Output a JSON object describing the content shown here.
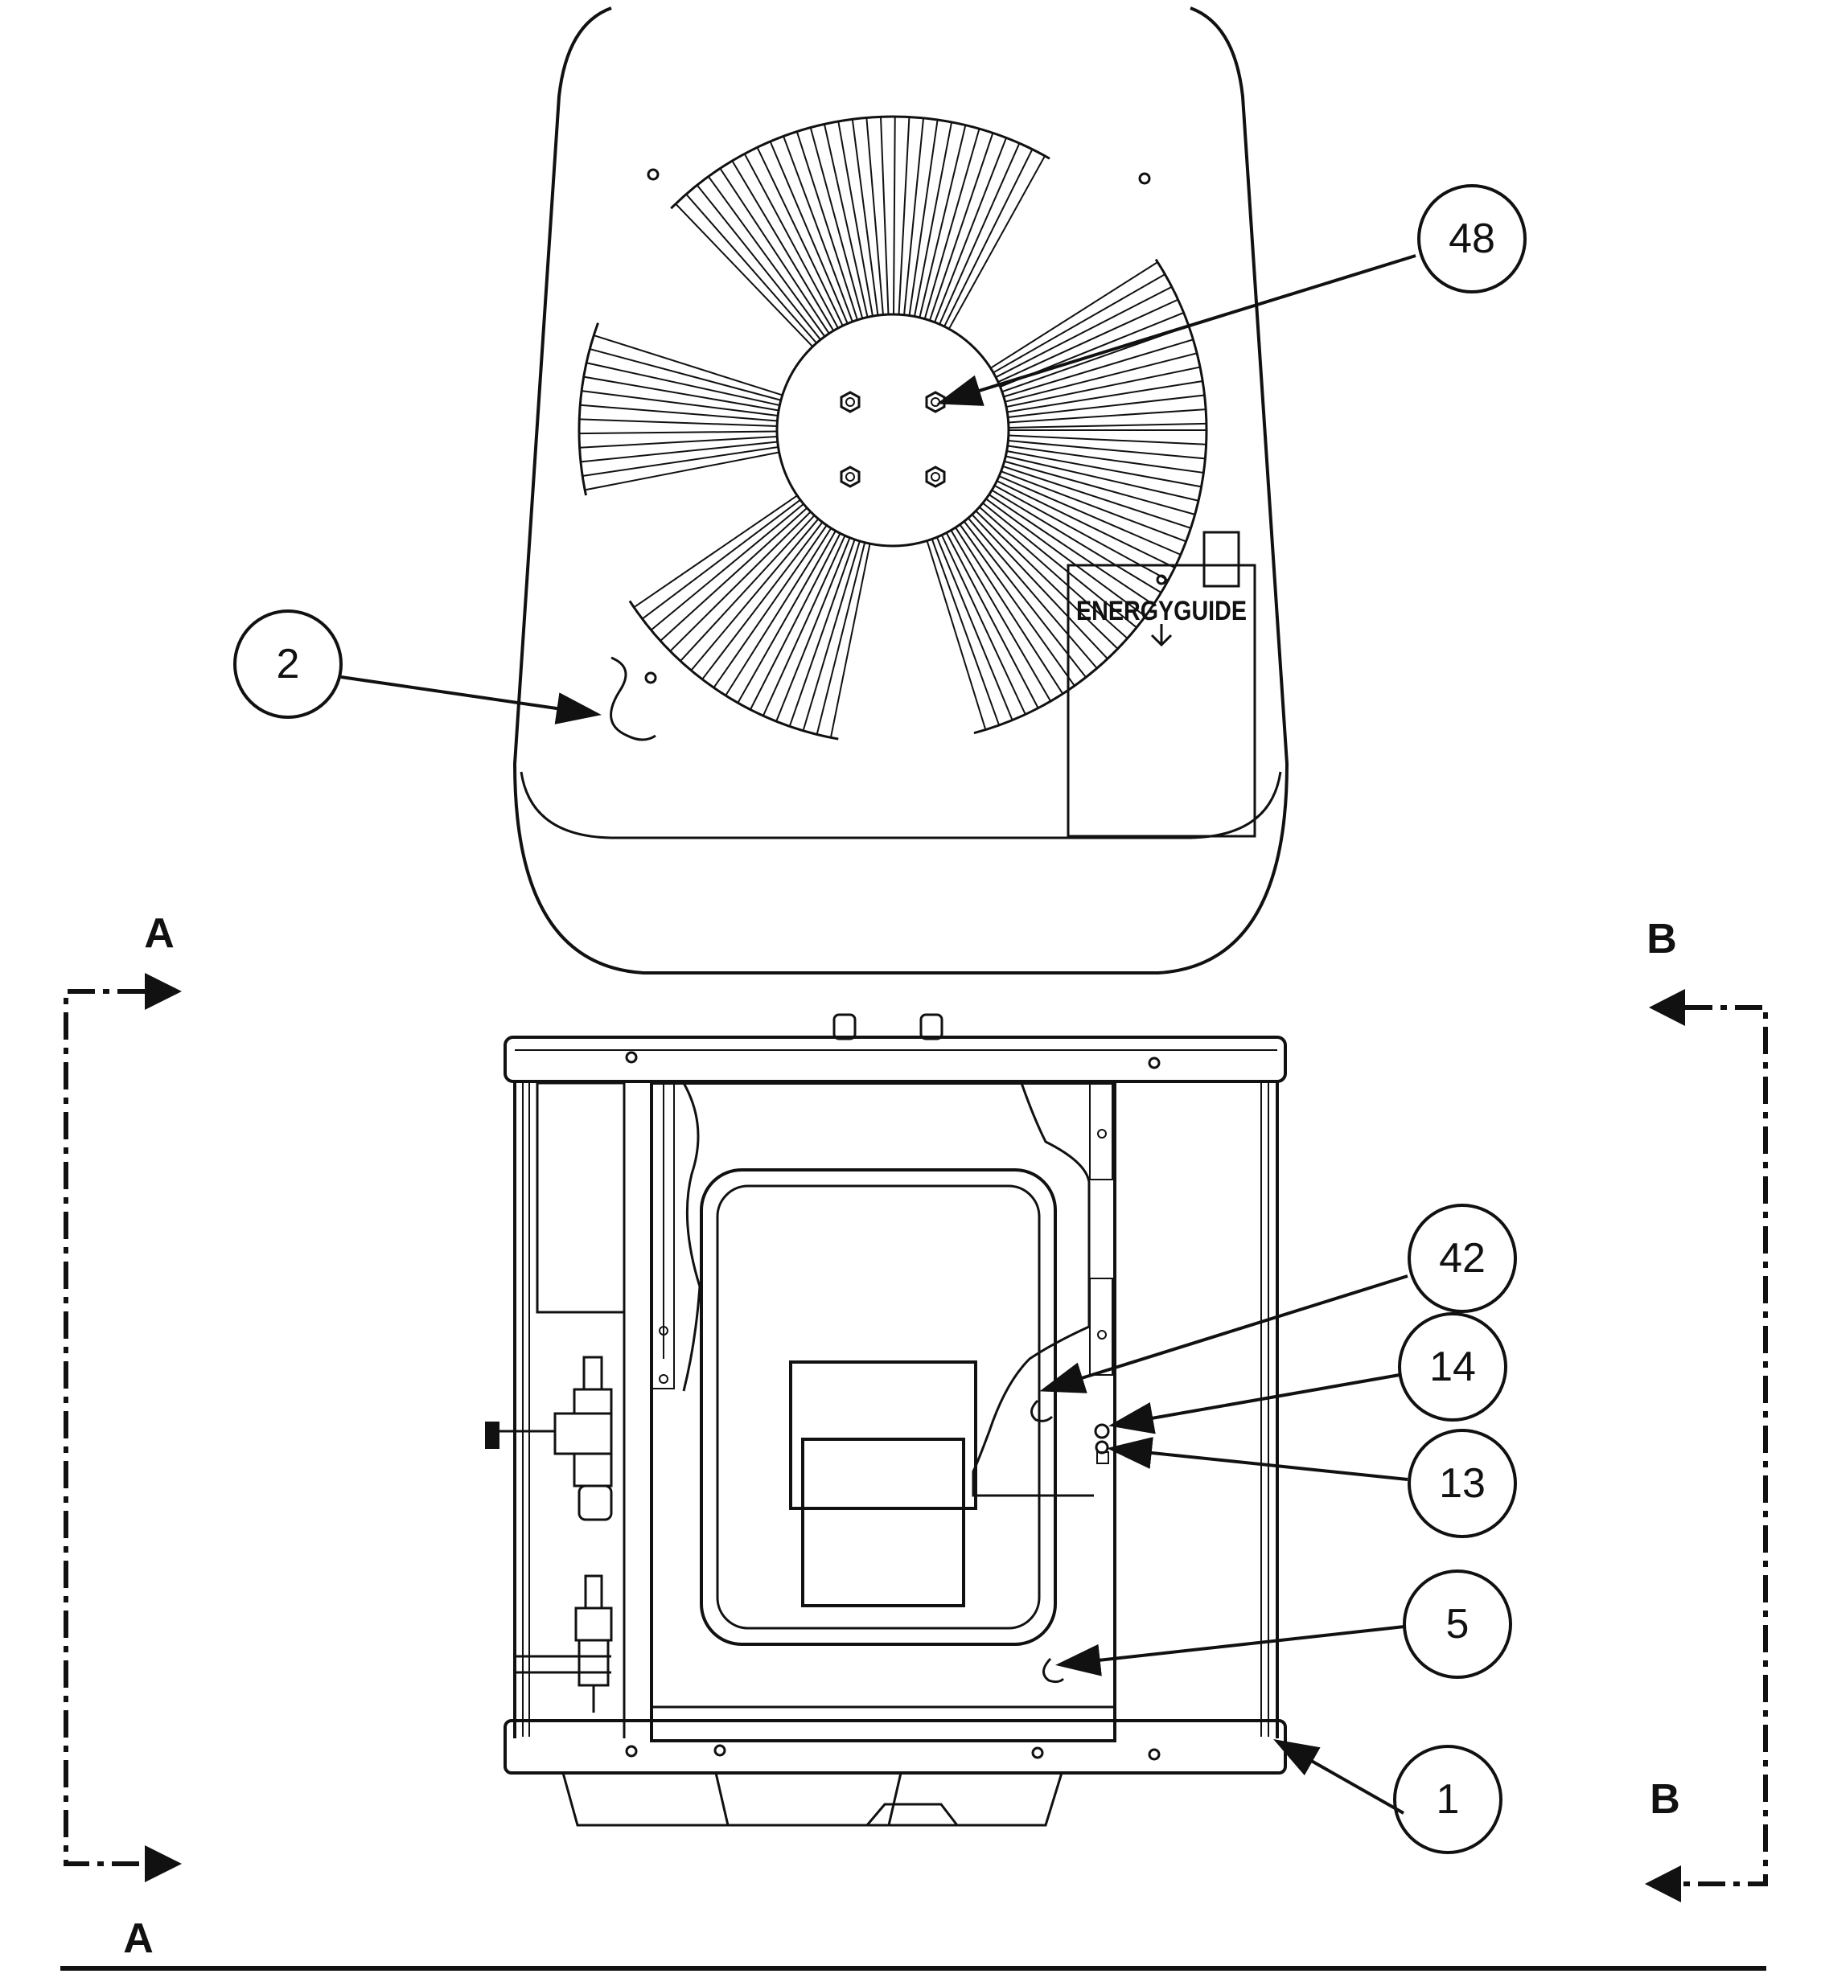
{
  "callouts": [
    {
      "id": "48",
      "label": "48"
    },
    {
      "id": "2",
      "label": "2"
    },
    {
      "id": "42",
      "label": "42"
    },
    {
      "id": "14",
      "label": "14"
    },
    {
      "id": "13",
      "label": "13"
    },
    {
      "id": "5",
      "label": "5"
    },
    {
      "id": "1",
      "label": "1"
    }
  ],
  "section_marks": {
    "a_top": "A",
    "a_bottom": "A",
    "b_top": "B",
    "b_bottom": "B"
  },
  "label_energyguide": "ENERGYGUIDE",
  "colors": {
    "ink": "#111111",
    "paper": "#ffffff"
  }
}
